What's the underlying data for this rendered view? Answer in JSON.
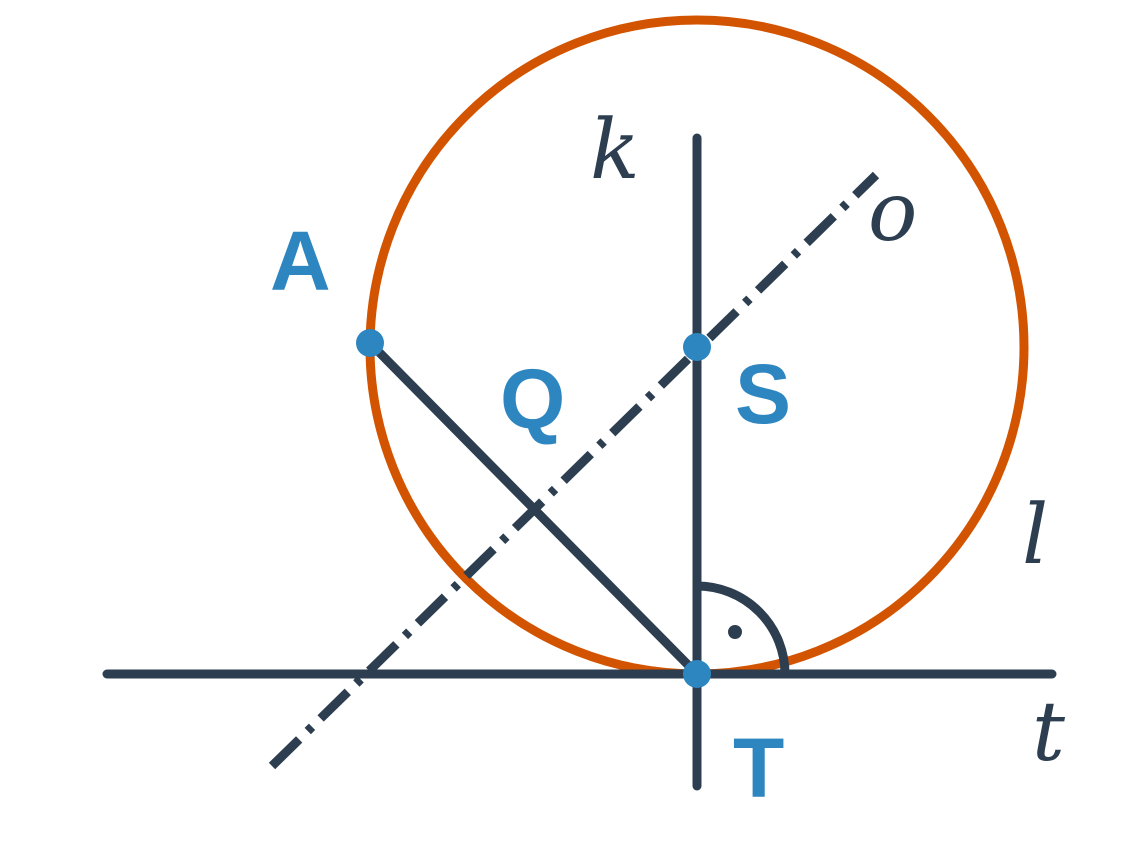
{
  "colors": {
    "circle": "#d35400",
    "line": "#2c3e50",
    "point": "#2e86c1",
    "point_label": "#2e86c1",
    "line_label": "#2c3e50",
    "background": "#ffffff"
  },
  "diagram": {
    "points": {
      "A": "A",
      "S": "S",
      "T": "T",
      "Q": "Q"
    },
    "lines": {
      "k": "k",
      "o": "o",
      "l": "l",
      "t": "t"
    },
    "right_angle_marker": "•"
  }
}
